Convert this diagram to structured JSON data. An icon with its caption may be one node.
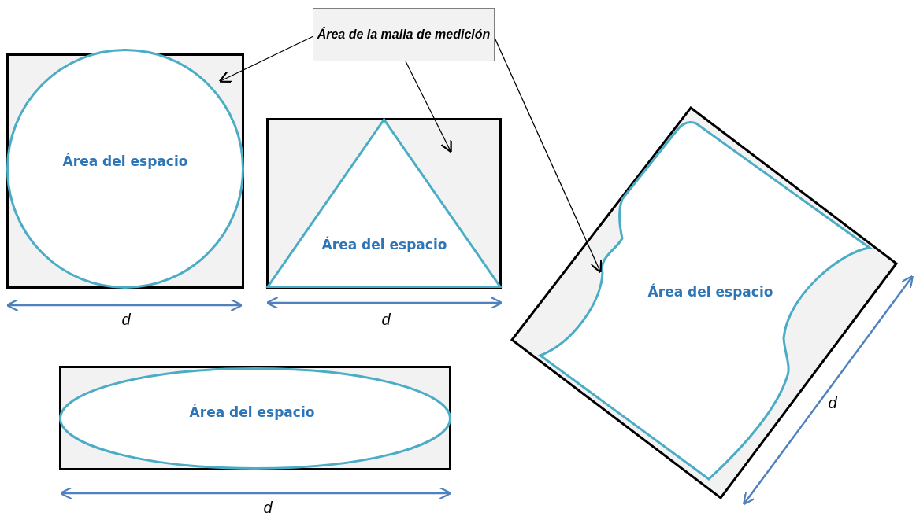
{
  "diagram": {
    "nodes": [
      {
        "text": [
          "Área de la malla de medición"
        ]
      },
      {
        "text": [],
        "shape": "box"
      },
      {
        "text": [
          "Área del espacio"
        ],
        "in": 1
      },
      {
        "text": [],
        "shape": "box"
      },
      {
        "text": [
          "Área del espacio"
        ],
        "in": 3
      },
      {
        "text": [],
        "shape": "box"
      },
      {
        "text": [
          "Área del espacio"
        ],
        "in": 5
      },
      {
        "text": [],
        "shape": "box"
      },
      {
        "text": [
          "Área del espacio"
        ],
        "in": 7
      }
    ],
    "edges": [
      {
        "from": 0,
        "to": 1,
        "arrow": "to"
      },
      {
        "from": 0,
        "to": 3,
        "arrow": "to"
      },
      {
        "from": 0,
        "to": 5,
        "arrow": "to"
      }
    ],
    "labels": [
      "d",
      "d",
      "d",
      "d"
    ]
  }
}
